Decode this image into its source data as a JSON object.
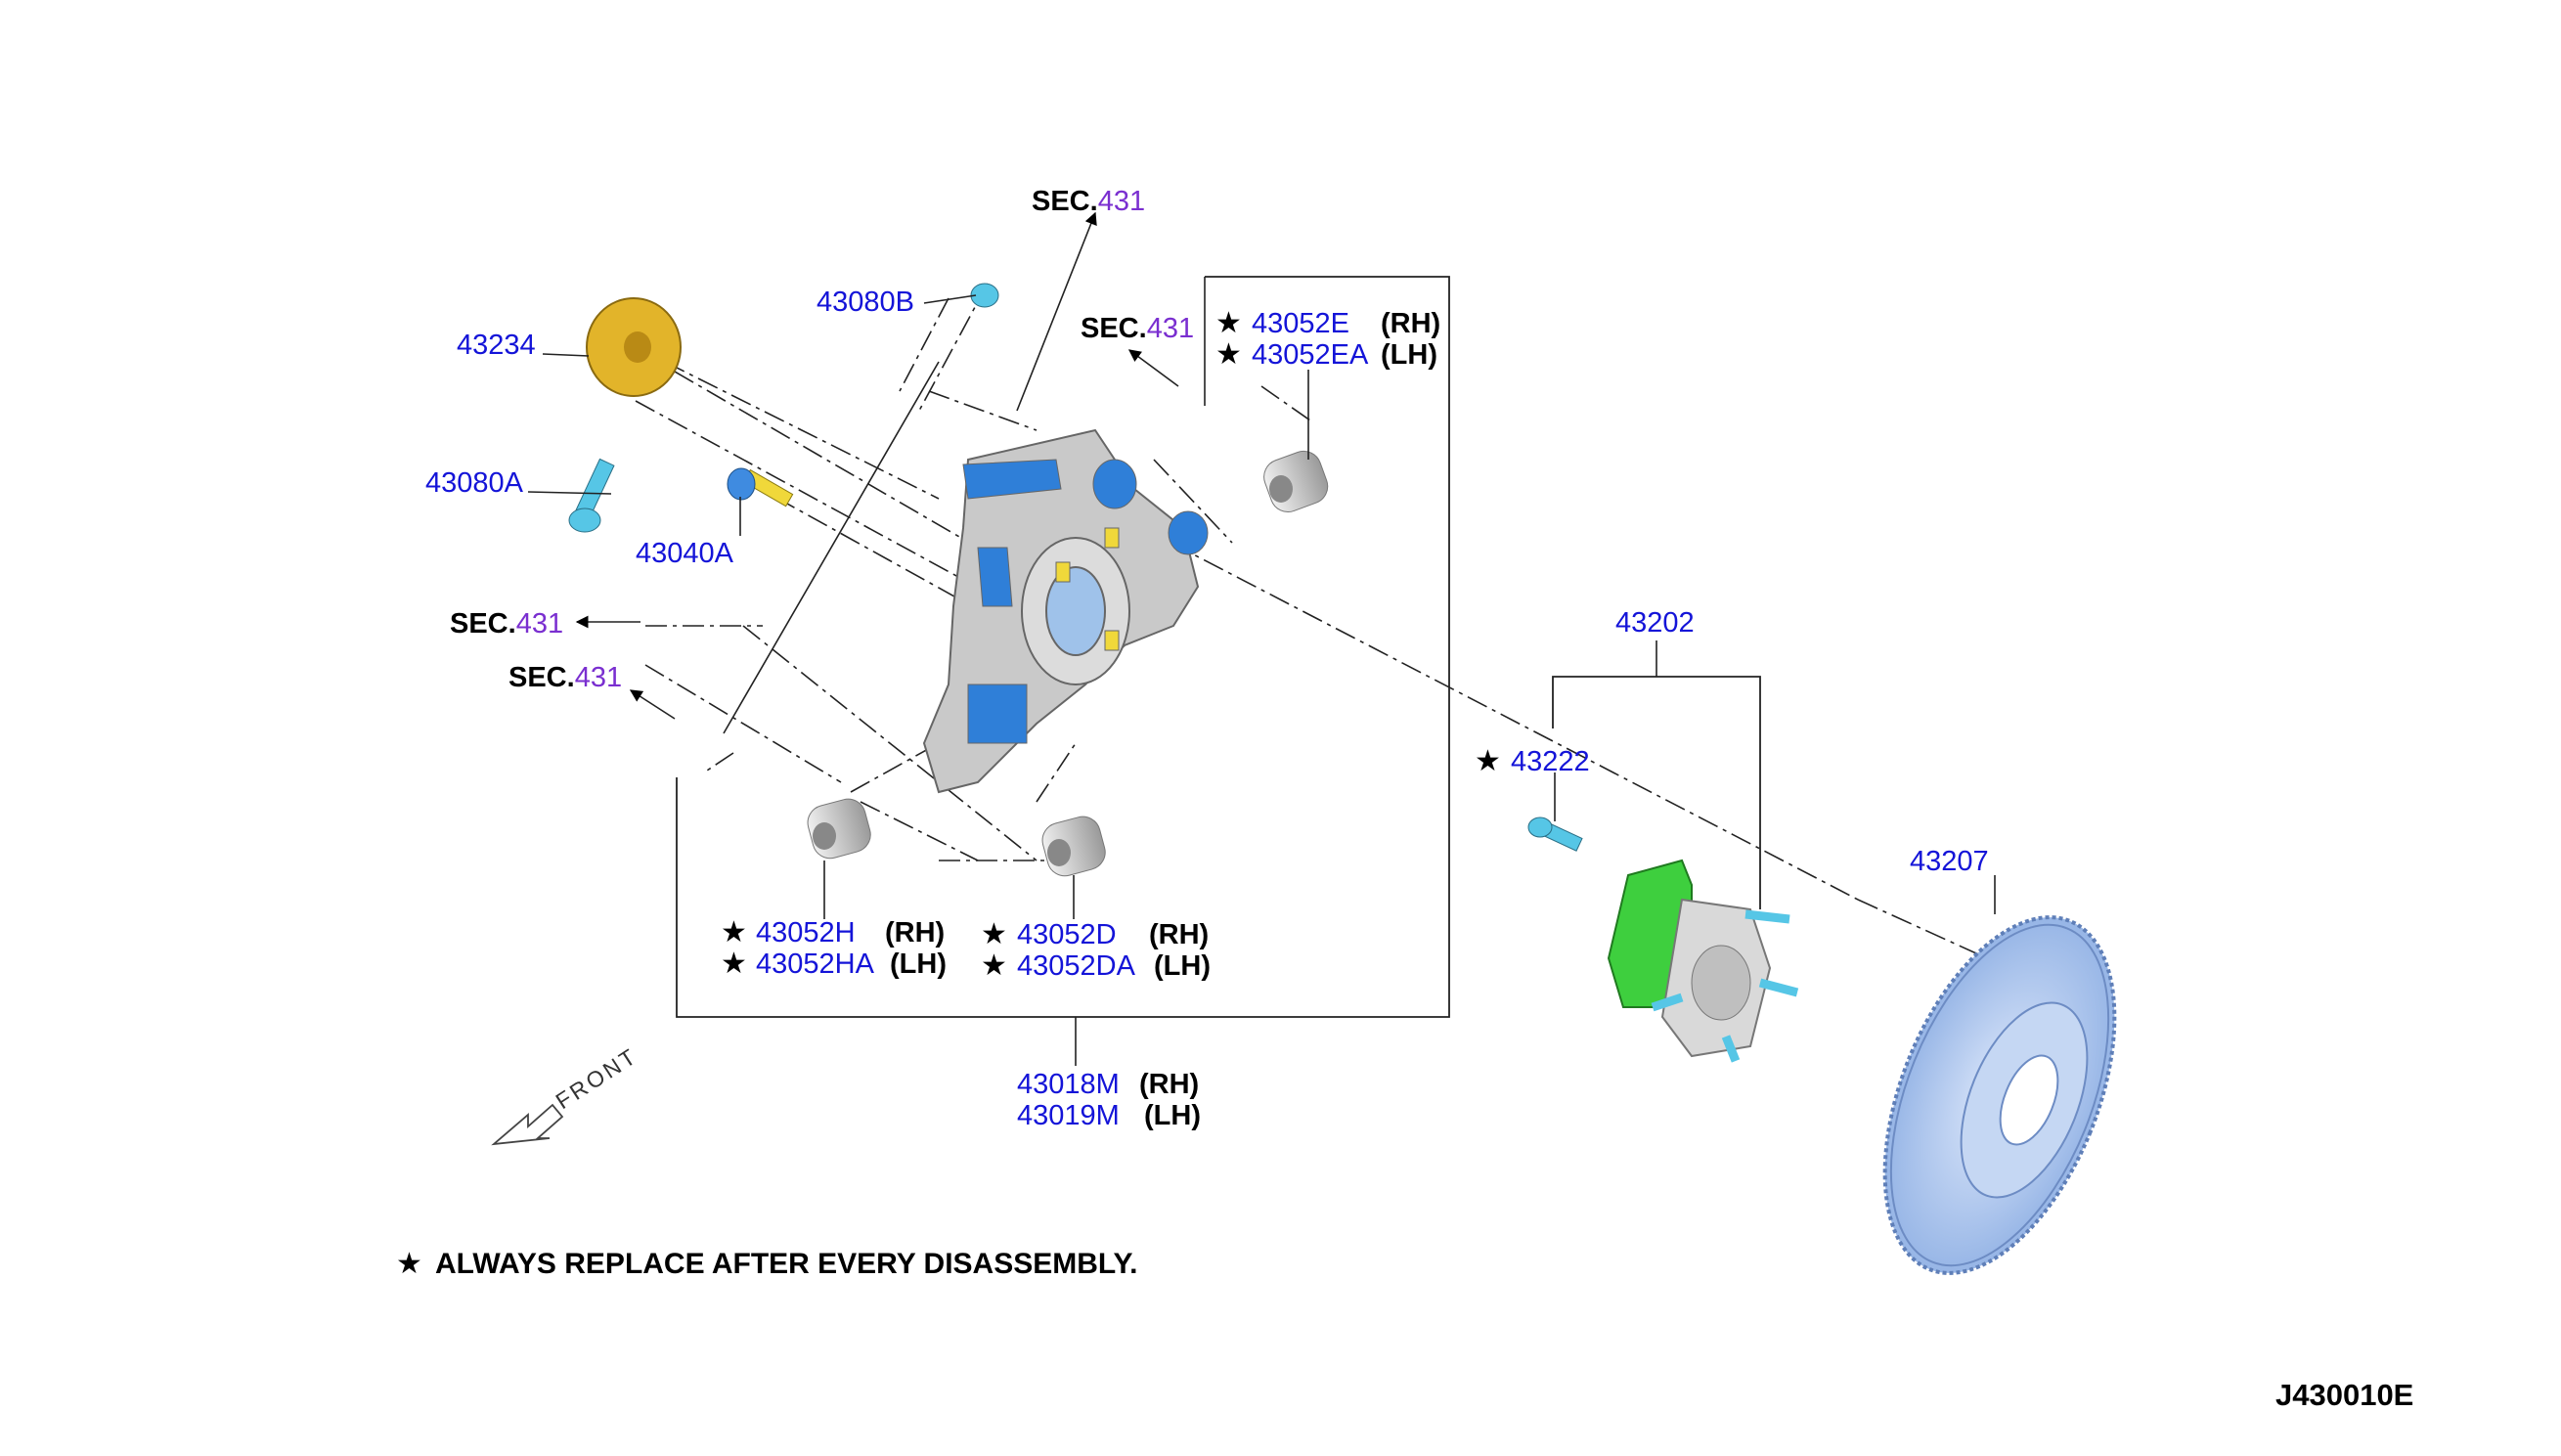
{
  "parts": {
    "p43234": "43234",
    "p43080B": "43080B",
    "p43080A": "43080A",
    "p43040A": "43040A",
    "p43052E": "43052E",
    "p43052EA": "43052EA",
    "p43052H": "43052H",
    "p43052HA": "43052HA",
    "p43052D": "43052D",
    "p43052DA": "43052DA",
    "p43018M": "43018M",
    "p43019M": "43019M",
    "p43202": "43202",
    "p43222": "43222",
    "p43207": "43207"
  },
  "side": {
    "rh": "(RH)",
    "lh": "(LH)"
  },
  "sec": {
    "prefix": "SEC.",
    "number": "431"
  },
  "note": "ALWAYS REPLACE AFTER EVERY DISASSEMBLY.",
  "front_label": "FRONT",
  "diagram_code": "J430010E",
  "colors": {
    "part_number": "#1414d8",
    "sec_number": "#7a2fd0",
    "knuckle": "#c9c9c9",
    "knuckle_accent": "#2f7fd8",
    "hub": "#3ecf3e",
    "rotor": "#a9c3ec",
    "washer": "#e2b42a",
    "bolt": "#56c6e6",
    "bolt_yellow": "#f0d83a",
    "bushing": "#cfcfcf"
  },
  "icons": {
    "star": "star-icon",
    "arrow": "arrow-icon",
    "front": "front-arrow-icon"
  }
}
